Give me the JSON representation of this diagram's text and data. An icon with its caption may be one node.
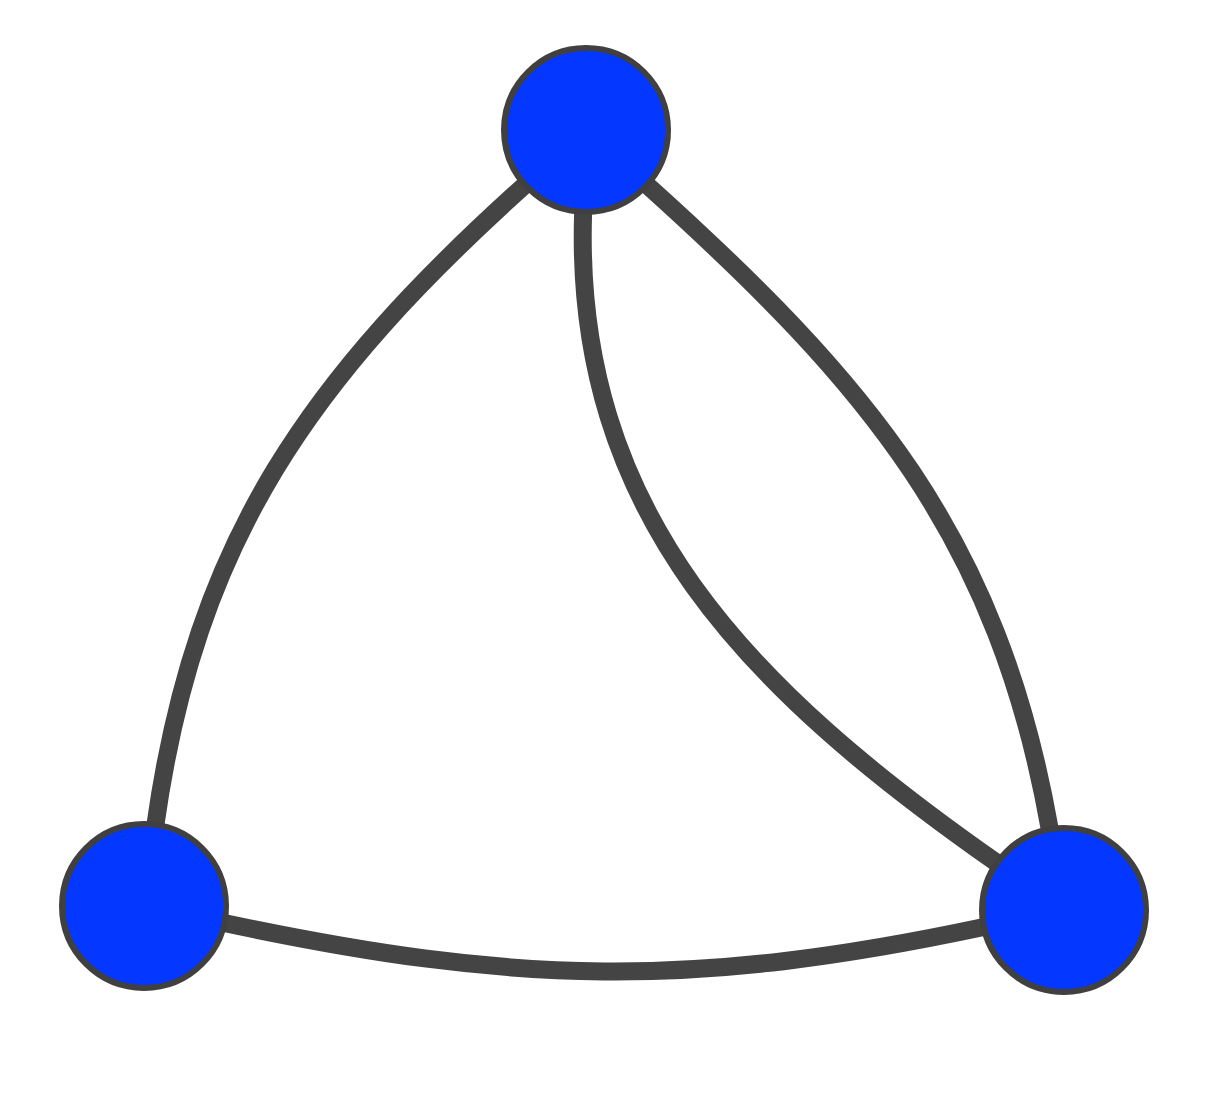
{
  "diagram": {
    "nodes": [
      {
        "text": [],
        "shape": "circle"
      },
      {
        "text": [],
        "shape": "circle"
      },
      {
        "text": [],
        "shape": "circle"
      }
    ],
    "edges": [
      {
        "from": 0,
        "to": 1,
        "arrow": "none"
      },
      {
        "from": 0,
        "to": 2,
        "arrow": "none"
      },
      {
        "from": 0,
        "to": 2,
        "arrow": "none"
      },
      {
        "from": 1,
        "to": 2,
        "arrow": "none"
      }
    ]
  }
}
